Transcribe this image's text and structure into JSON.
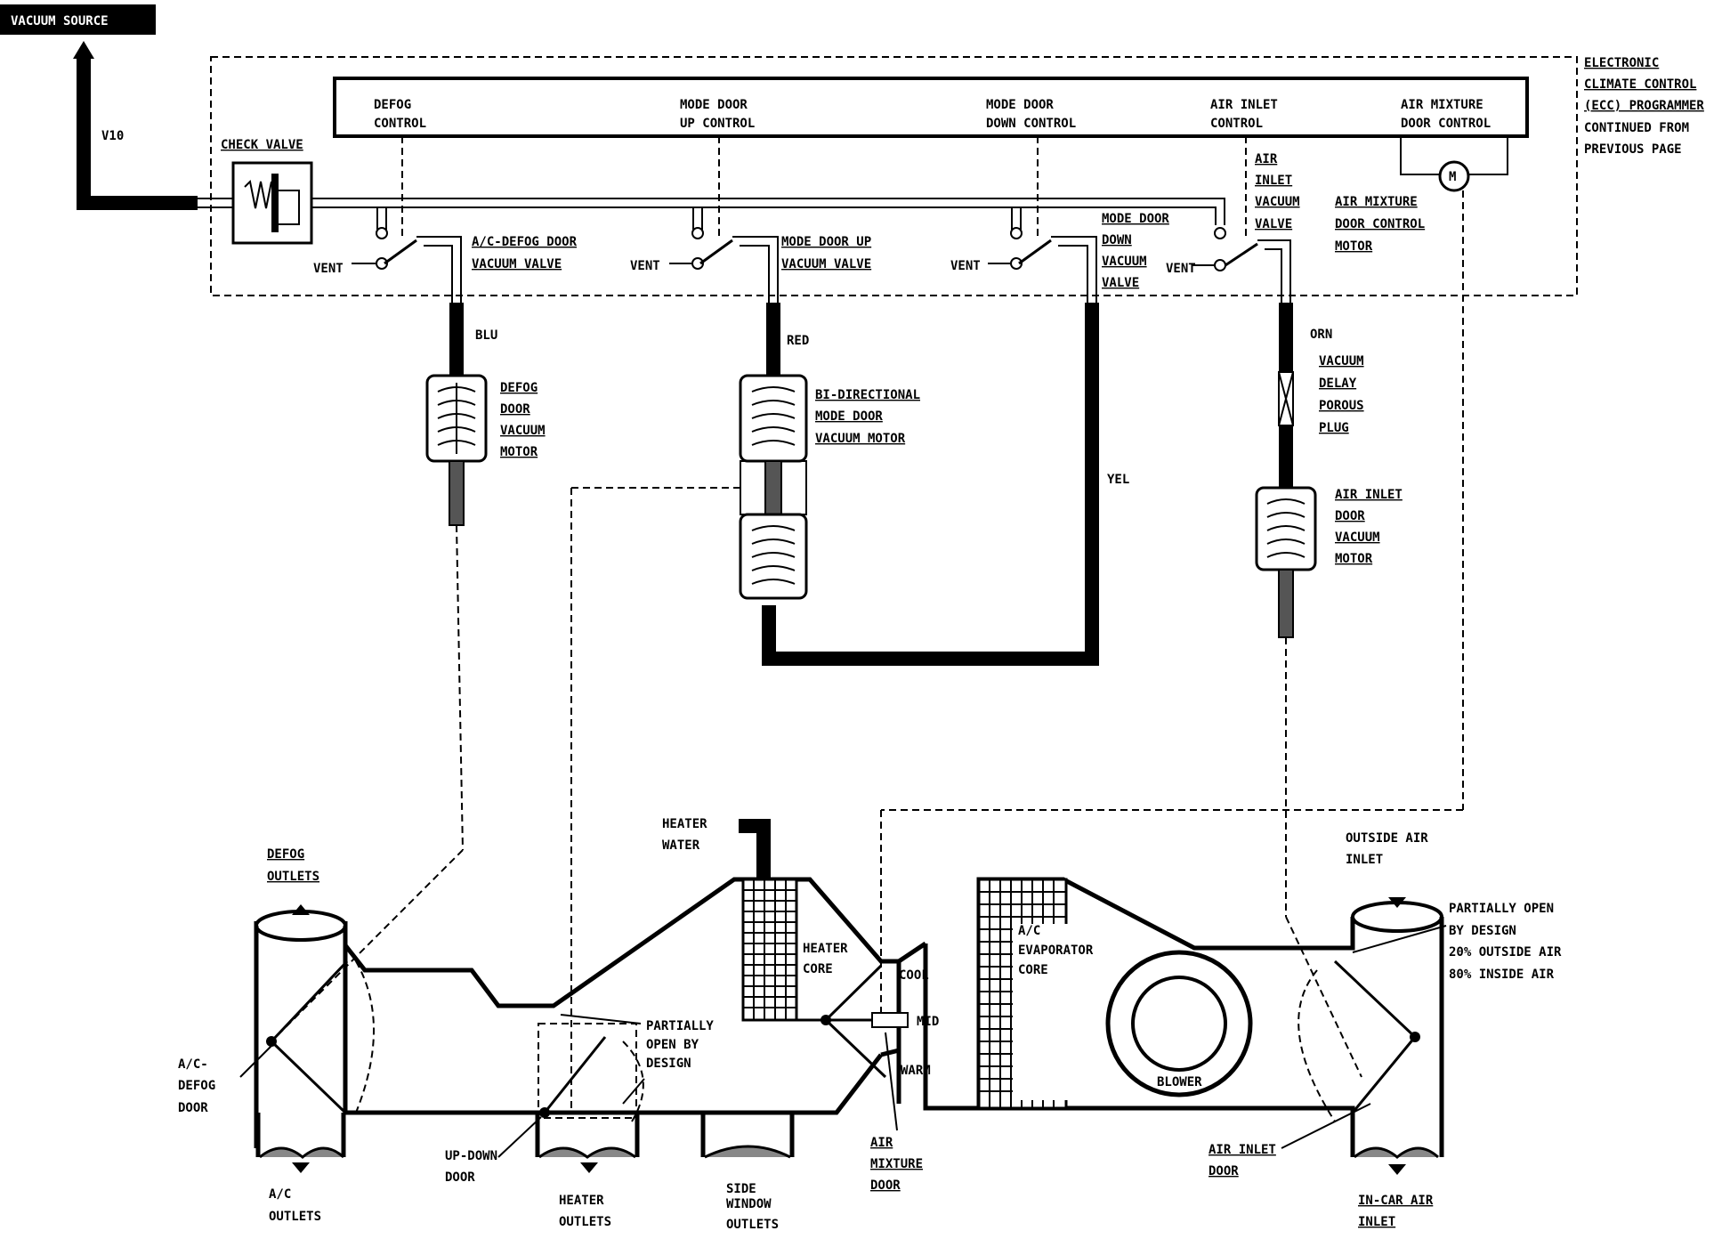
{
  "labels": {
    "vacuum_source": "VACUUM SOURCE",
    "v10": "V10",
    "check_valve": "CHECK VALVE",
    "ecc": [
      "ELECTRONIC",
      "CLIMATE CONTROL",
      "(ECC) PROGRAMMER",
      "CONTINUED FROM",
      "PREVIOUS PAGE"
    ],
    "defog_control": [
      "DEFOG",
      "CONTROL"
    ],
    "mode_door_up_control": [
      "MODE DOOR",
      "UP CONTROL"
    ],
    "mode_door_down_control": [
      "MODE DOOR",
      "DOWN CONTROL"
    ],
    "air_inlet_control": [
      "AIR INLET",
      "CONTROL"
    ],
    "air_mixture_door_control": [
      "AIR MIXTURE",
      "DOOR CONTROL"
    ],
    "motor_m": "M",
    "vent": "VENT",
    "ac_defog_valve": [
      "A/C-DEFOG DOOR",
      "VACUUM VALVE"
    ],
    "mode_up_valve": [
      "MODE DOOR UP",
      "VACUUM VALVE"
    ],
    "mode_down_valve": [
      "MODE DOOR",
      "DOWN",
      "VACUUM",
      "VALVE"
    ],
    "air_inlet_valve": [
      "AIR",
      "INLET",
      "VACUUM",
      "VALVE"
    ],
    "air_mixture_motor": [
      "AIR MIXTURE",
      "DOOR CONTROL",
      "MOTOR"
    ],
    "blu": "BLU",
    "red": "RED",
    "yel": "YEL",
    "orn": "ORN",
    "defog_door_motor": [
      "DEFOG",
      "DOOR",
      "VACUUM",
      "MOTOR"
    ],
    "bidirectional_motor": [
      "BI-DIRECTIONAL",
      "MODE DOOR",
      "VACUUM MOTOR"
    ],
    "vacuum_delay_plug": [
      "VACUUM",
      "DELAY",
      "POROUS",
      "PLUG"
    ],
    "air_inlet_door_motor": [
      "AIR INLET",
      "DOOR",
      "VACUUM",
      "MOTOR"
    ],
    "heater_water": [
      "HEATER",
      "WATER"
    ],
    "heater_core": [
      "HEATER",
      "CORE"
    ],
    "cool": "COOL",
    "mid": "MID",
    "warm": "WARM",
    "evaporator_core": [
      "A/C",
      "EVAPORATOR",
      "CORE"
    ],
    "blower": "BLOWER",
    "outside_air_inlet": [
      "OUTSIDE AIR",
      "INLET"
    ],
    "partially_open_right": [
      "PARTIALLY OPEN",
      "BY DESIGN",
      "20% OUTSIDE AIR",
      "80% INSIDE AIR"
    ],
    "defog_outlets": [
      "DEFOG",
      "OUTLETS"
    ],
    "ac_defog_door": [
      "A/C-",
      "DEFOG",
      "DOOR"
    ],
    "partially_open_left": [
      "PARTIALLY",
      "OPEN BY",
      "DESIGN"
    ],
    "up_down_door": [
      "UP-DOWN",
      "DOOR"
    ],
    "ac_outlets": [
      "A/C",
      "OUTLETS"
    ],
    "heater_outlets": [
      "HEATER",
      "OUTLETS"
    ],
    "side_window_outlets": [
      "SIDE",
      "WINDOW",
      "OUTLETS"
    ],
    "air_mixture_door": [
      "AIR",
      "MIXTURE",
      "DOOR"
    ],
    "air_inlet_door": [
      "AIR INLET",
      "DOOR"
    ],
    "in_car_air_inlet": [
      "IN-CAR AIR",
      "INLET"
    ]
  }
}
